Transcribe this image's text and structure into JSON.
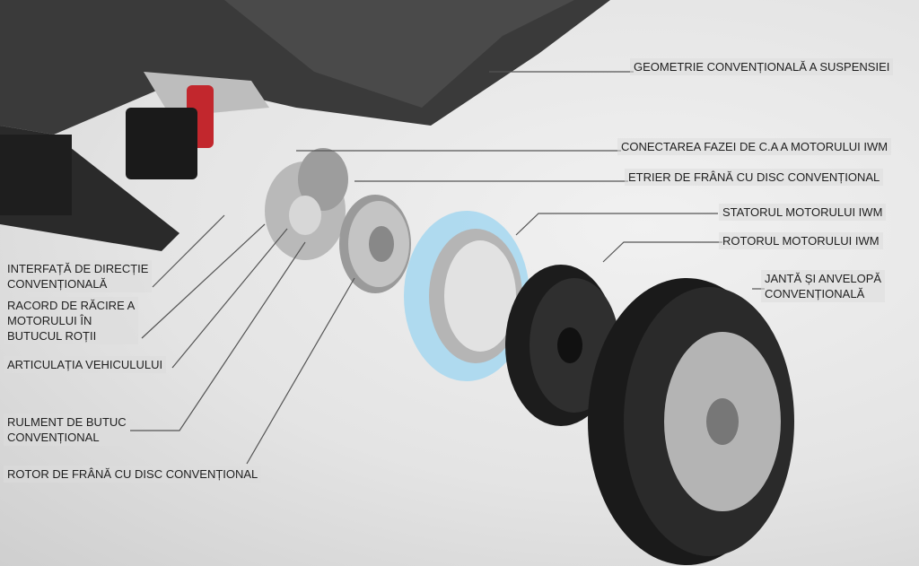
{
  "labels": {
    "suspension_geometry": "GEOMETRIE CONVENȚIONALĂ A SUSPENSIEI",
    "ac_phase_connection": "CONECTAREA FAZEI DE C.A A MOTORULUI IWM",
    "brake_caliper": "ETRIER DE FRÂNĂ CU DISC CONVENȚIONAL",
    "motor_stator": "STATORUL MOTORULUI IWM",
    "motor_rotor": "ROTORUL MOTORULUI IWM",
    "rim_tire_line1": "JANTĂ ȘI ANVELOPĂ",
    "rim_tire_line2": "CONVENȚIONALĂ",
    "steering_interface_line1": "INTERFAȚĂ DE DIRECȚIE",
    "steering_interface_line2": "CONVENȚIONALĂ",
    "cooling_line1": "RACORD DE RĂCIRE A",
    "cooling_line2": "MOTORULUI ÎN",
    "cooling_line3": "BUTUCUL ROȚII",
    "knuckle": "ARTICULAȚIA VEHICULULUI",
    "hub_bearing_line1": "RULMENT DE BUTUC",
    "hub_bearing_line2": "CONVENȚIONAL",
    "brake_rotor": "ROTOR DE FRÂNĂ CU DISC CONVENȚIONAL"
  }
}
